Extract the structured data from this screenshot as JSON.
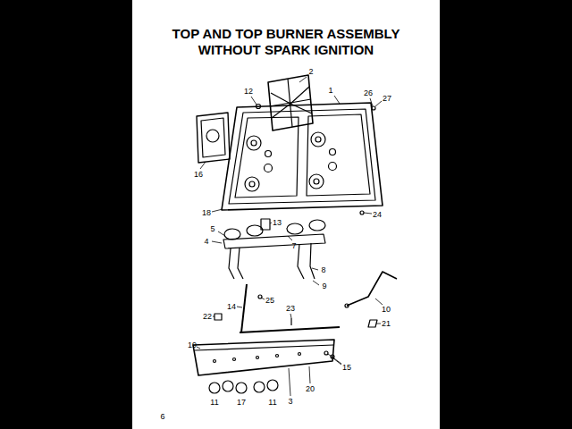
{
  "diagram": {
    "title": "TOP AND TOP BURNER ASSEMBLY WITHOUT SPARK IGNITION",
    "labels": [
      "2",
      "12",
      "1",
      "26",
      "27",
      "16",
      "18",
      "24",
      "13",
      "5",
      "4",
      "7",
      "8",
      "9",
      "25",
      "10",
      "14",
      "22",
      "23",
      "21",
      "19",
      "15",
      "20",
      "3",
      "11",
      "17",
      "11",
      "6"
    ]
  }
}
